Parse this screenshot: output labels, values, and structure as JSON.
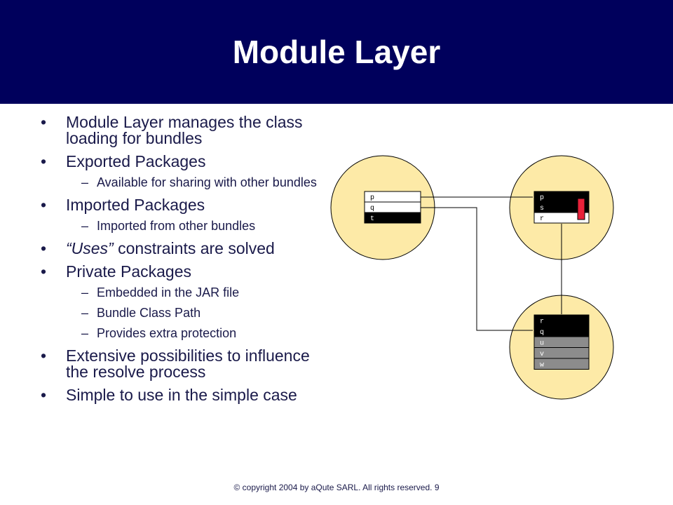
{
  "title": "Module Layer",
  "bullets": [
    {
      "text": "Module Layer manages the class loading for bundles",
      "italic_prefix": "",
      "subs": []
    },
    {
      "text": "Exported Packages",
      "italic_prefix": "",
      "subs": [
        "Available for sharing with other bundles"
      ]
    },
    {
      "text": "Imported Packages",
      "italic_prefix": "",
      "subs": [
        "Imported from other bundles"
      ]
    },
    {
      "text": " constraints are solved",
      "italic_prefix": "“Uses”",
      "subs": []
    },
    {
      "text": "Private Packages",
      "italic_prefix": "",
      "subs": [
        "Embedded in the JAR file",
        "Bundle Class Path",
        "Provides extra protection"
      ]
    },
    {
      "text": "Extensive possibilities to influence the resolve process",
      "italic_prefix": "",
      "subs": []
    },
    {
      "text": "Simple to use in the simple case",
      "italic_prefix": "",
      "subs": []
    }
  ],
  "bullet_glyph": "•",
  "dash_glyph": "–",
  "footer": "© copyright 2004 by aQute SARL. All rights reserved. 9",
  "diagram": {
    "colors": {
      "circle_fill": "#fdeaa7",
      "black": "#000000",
      "gray": "#8c8c8c",
      "red": "#e8213a"
    },
    "bundles": [
      {
        "id": "left",
        "packages": [
          {
            "label": "p",
            "style": "white"
          },
          {
            "label": "q",
            "style": "white"
          },
          {
            "label": "t",
            "style": "black"
          }
        ]
      },
      {
        "id": "top-right",
        "packages": [
          {
            "label": "p",
            "style": "black"
          },
          {
            "label": "s",
            "style": "black"
          },
          {
            "label": "r",
            "style": "white"
          }
        ]
      },
      {
        "id": "bottom-right",
        "packages": [
          {
            "label": "r",
            "style": "black"
          },
          {
            "label": "q",
            "style": "black"
          },
          {
            "label": "u",
            "style": "gray"
          },
          {
            "label": "v",
            "style": "gray"
          },
          {
            "label": "w",
            "style": "gray"
          }
        ]
      }
    ]
  }
}
